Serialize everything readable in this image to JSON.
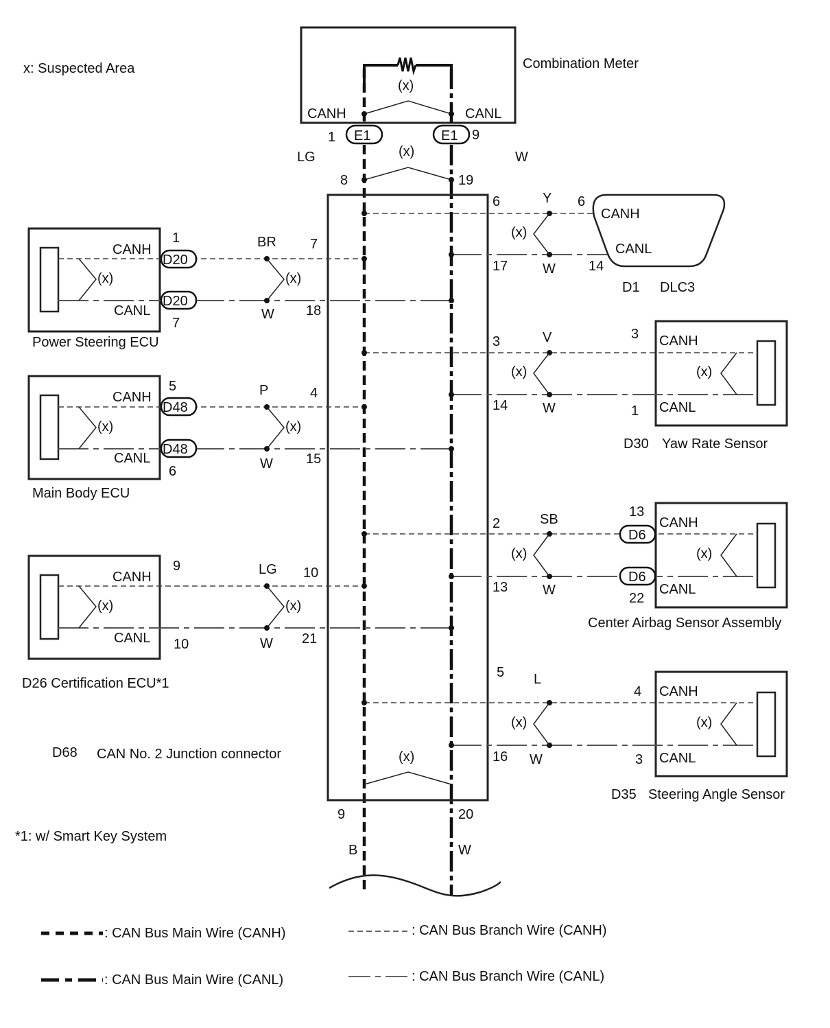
{
  "notes": {
    "suspected_area": "x: Suspected Area",
    "footnote": "*1: w/ Smart Key System",
    "twist_mark": "(x)"
  },
  "combination_meter": {
    "title": "Combination Meter",
    "canh": "CANH",
    "canl": "CANL",
    "connector": "E1",
    "pin_h": "1",
    "pin_l": "9",
    "wire_h": "LG",
    "wire_l": "W"
  },
  "junction": {
    "id": "D68",
    "title": "CAN No.  2 Junction connector",
    "top_pin_h": "8",
    "top_pin_l": "19",
    "bottom_pin_h": "9",
    "bottom_pin_l": "20",
    "bottom_wire_h": "B",
    "bottom_wire_l": "W"
  },
  "left_devices": [
    {
      "name": "Power Steering ECU",
      "canh": "CANH",
      "canl": "CANL",
      "connector": "D20",
      "pin_h": "1",
      "pin_l": "7",
      "wire_h": "BR",
      "wire_l": "W",
      "jpin_h": "7",
      "jpin_l": "18"
    },
    {
      "name": "Main Body ECU",
      "canh": "CANH",
      "canl": "CANL",
      "connector": "D48",
      "pin_h": "5",
      "pin_l": "6",
      "wire_h": "P",
      "wire_l": "W",
      "jpin_h": "4",
      "jpin_l": "15"
    },
    {
      "name": "D26 Certification ECU*1",
      "canh": "CANH",
      "canl": "CANL",
      "connector": "",
      "pin_h": "9",
      "pin_l": "10",
      "wire_h": "LG",
      "wire_l": "W",
      "jpin_h": "10",
      "jpin_l": "21"
    }
  ],
  "right_devices": [
    {
      "id": "D1",
      "name": "DLC3",
      "canh": "CANH",
      "canl": "CANL",
      "connector": "",
      "pin_h": "6",
      "pin_l": "14",
      "wire_h": "Y",
      "wire_l": "W",
      "jpin_h": "6",
      "jpin_l": "17"
    },
    {
      "id": "D30",
      "name": "Yaw Rate Sensor",
      "canh": "CANH",
      "canl": "CANL",
      "connector": "",
      "pin_h": "3",
      "pin_l": "1",
      "wire_h": "V",
      "wire_l": "W",
      "jpin_h": "3",
      "jpin_l": "14"
    },
    {
      "id": "",
      "name": "Center Airbag Sensor Assembly",
      "canh": "CANH",
      "canl": "CANL",
      "connector": "D6",
      "pin_h": "13",
      "pin_l": "22",
      "wire_h": "SB",
      "wire_l": "W",
      "jpin_h": "2",
      "jpin_l": "13"
    },
    {
      "id": "D35",
      "name": "Steering Angle Sensor",
      "canh": "CANH",
      "canl": "CANL",
      "connector": "",
      "pin_h": "4",
      "pin_l": "3",
      "wire_h": "L",
      "wire_l": "W",
      "jpin_h": "5",
      "jpin_l": "16"
    }
  ],
  "legend": [
    {
      "style": "main-canh",
      "label": ": CAN Bus Main Wire (CANH)"
    },
    {
      "style": "main-canl",
      "label": ": CAN Bus Main Wire (CANL)"
    },
    {
      "style": "branch-canh",
      "label": ": CAN Bus Branch Wire (CANH)"
    },
    {
      "style": "branch-canl",
      "label": ": CAN Bus Branch Wire (CANL)"
    }
  ]
}
